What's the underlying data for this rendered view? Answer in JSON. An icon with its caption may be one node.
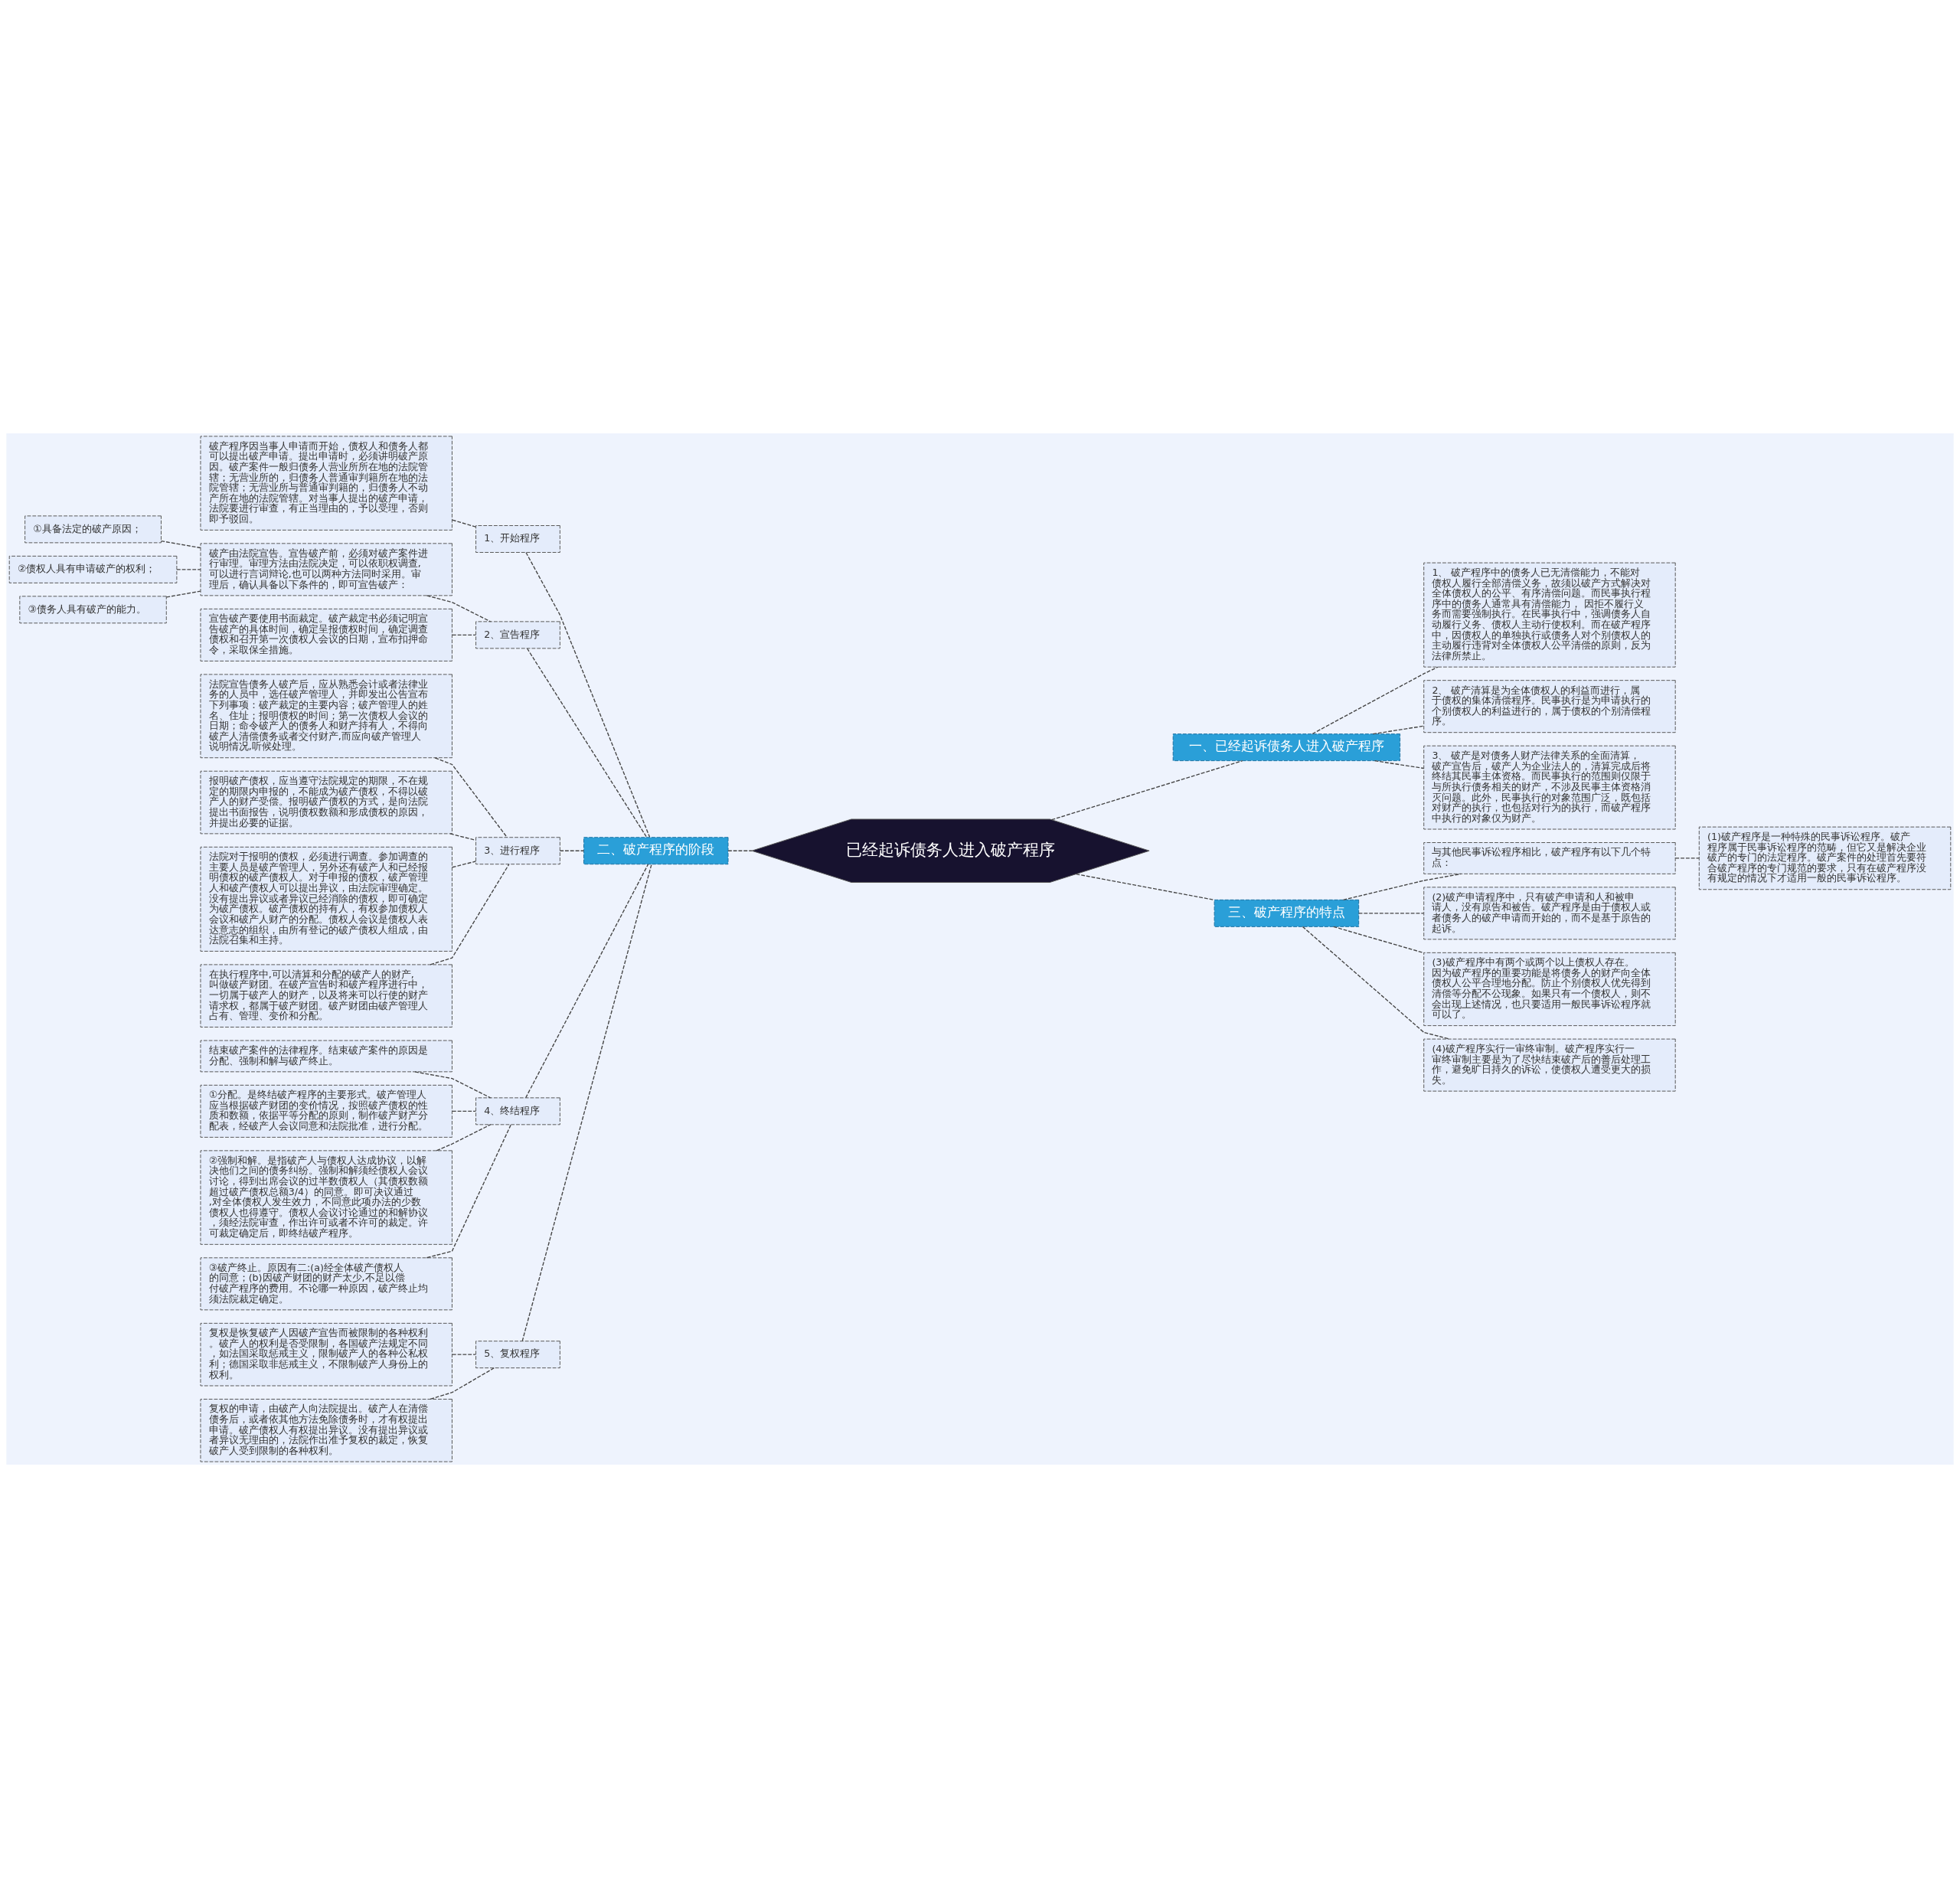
{
  "diagram": {
    "nodes": [
      {
        "text": [
          "已经起诉债务人进入破产程序"
        ]
      },
      {
        "text": [
          "一、已经起诉债务人进入破产程序"
        ]
      },
      {
        "text": [
          "1、 破产程序中的债务人已无清偿能力，不能对债权人履行全部清偿义务，故须以破产方式解决对全体债权人的公平、有序清偿问题。而民事执行程序中的债务人通常具有清偿能力， 因拒不履行义务而需要强制执行。在民事执行中，强调债务人自动履行义务、债权人主动行使权利。而在破产程序中，因债权人的单独执行或债务人对个别债权人的主动履行违背对全体债权人公平清偿的原则，反为法律所禁止。"
        ]
      },
      {
        "text": [
          "2、 破产清算是为全体债权人的利益而进行，属于债权的集体清偿程序。民事执行是为申请执行的个别债权人的利益进行的，属于债权的个别清偿程序。"
        ]
      },
      {
        "text": [
          "3、 破产是对债务人财产法律关系的全面清算，破产宣告后，破产人为企业法人的，清算完成后将终结其民事主体资格。而民事执行的范围则仅限于与所执行债务相关的财产，不涉及民事主体资格消灭问题。此外，民事执行的对象范围广泛，既包括对财产的执行，也包括对行为的执行，而破产程序中执行的对象仅为财产。"
        ]
      },
      {
        "text": [
          "二、破产程序的阶段"
        ]
      },
      {
        "text": [
          "1、开始程序"
        ]
      },
      {
        "text": [
          "破产程序因当事人申请而开始，债权人和债务人都可以提出破产申请。提出申请时，必须讲明破产原因。破产案件一般归债务人营业所所在地的法院管辖；无营业所的，归债务人普通审判籍所在地的法院管辖；无营业所与普通审判籍的，归债务人不动产所在地的法院管辖。对当事人提出的破产申请，法院要进行审查，有正当理由的，予以受理，否则即予驳回。"
        ]
      },
      {
        "text": [
          "2、宣告程序"
        ]
      },
      {
        "text": [
          "破产由法院宣告。宣告破产前，必须对破产案件进行审理。审理方法由法院决定，可以依职权调查,可以进行言词辩论,也可以两种方法同时采用。审理后，确认具备以下条件的，即可宣告破产："
        ]
      },
      {
        "text": [
          "①具备法定的破产原因；"
        ]
      },
      {
        "text": [
          "②债权人具有申请破产的权利；"
        ]
      },
      {
        "text": [
          "③债务人具有破产的能力。"
        ]
      },
      {
        "text": [
          "宣告破产要使用书面裁定。破产裁定书必须记明宣告破产的具体时间，确定呈报债权时间，确定调查债权和召开第一次债权人会议的日期，宣布扣押命令，采取保全措施。"
        ]
      },
      {
        "text": [
          "3、进行程序"
        ]
      },
      {
        "text": [
          "法院宣告债务人破产后，应从熟悉会计或者法律业务的人员中，选任破产管理人，并即发出公告宣布下列事项：破产裁定的主要内容；破产管理人的姓名、住址；报明债权的时间；第一次债权人会议的日期；命令破产人的债务人和财产持有人，不得向破产人清偿债务或者交付财产,而应向破产管理人说明情况,听候处理。"
        ]
      },
      {
        "text": [
          "报明破产债权，应当遵守法院规定的期限，不在规定的期限内申报的，不能成为破产债权，不得以破产人的财产受偿。报明破产债权的方式，是向法院提出书面报告，说明债权数额和形成债权的原因，并提出必要的证据。"
        ]
      },
      {
        "text": [
          "法院对于报明的债权，必须进行调查。参加调查的主要人员是破产管理人，另外还有破产人和已经报明债权的破产债权人。对于申报的债权，破产管理人和破产债权人可以提出异议，由法院审理确定。没有提出异议或者异议已经消除的债权，即可确定为破产债权。破产债权的持有人，有权参加债权人会议和破产人财产的分配。债权人会议是债权人表达意志的组织，由所有登记的破产债权人组成，由法院召集和主持。"
        ]
      },
      {
        "text": [
          "在执行程序中,可以清算和分配的破产人的财产,叫做破产财团。在破产宣告时和破产程序进行中，一切属于破产人的财产，以及将来可以行使的财产请求权，都属于破产财团。破产财团由破产管理人占有、管理、变价和分配。"
        ]
      },
      {
        "text": [
          "4、终结程序"
        ]
      },
      {
        "text": [
          "结束破产案件的法律程序。结束破产案件的原因是分配、强制和解与破产终止。"
        ]
      },
      {
        "text": [
          "①分配。是终结破产程序的主要形式。破产管理人应当根据破产财团的变价情况，按照破产债权的性质和数额，依据平等分配的原则，制作破产财产分配表，经破产人会议同意和法院批准，进行分配。"
        ]
      },
      {
        "text": [
          "②强制和解。是指破产人与债权人达成协议，以解决他们之间的债务纠纷。强制和解须经债权人会议讨论，得到出席会议的过半数债权人（其债权数额超过破产债权总额3/4）的同意。即可决议通过,对全体债权人发生效力，不同意此项办法的少数债权人也得遵守。债权人会议讨论通过的和解协议，须经法院审查，作出许可或者不许可的裁定。许可裁定确定后，即终结破产程序。"
        ]
      },
      {
        "text": [
          "③破产终止。原因有二:(a)经全体破产债权人的同意；(b)因破产财团的财产太少,不足以偿付破产程序的费用。不论哪一种原因，破产终止均须法院裁定确定。"
        ]
      },
      {
        "text": [
          "5、复权程序"
        ]
      },
      {
        "text": [
          "复权是恢复破产人因破产宣告而被限制的各种权利。破产人的权利是否受限制，各国破产法规定不同，如法国采取惩戒主义，限制破产人的各种公私权利；德国采取非惩戒主义，不限制破产人身份上的权利。"
        ]
      },
      {
        "text": [
          "复权的申请，由破产人向法院提出。破产人在清偿债务后，或者依其他方法免除债务时，才有权提出申请。破产债权人有权提出异议。没有提出异议或者异议无理由的，法院作出准予复权的裁定，恢复破产人受到限制的各种权利。"
        ]
      },
      {
        "text": [
          "三、破产程序的特点"
        ]
      },
      {
        "text": [
          "与其他民事诉讼程序相比，破产程序有以下几个特点："
        ]
      },
      {
        "text": [
          "(1)破产程序是一种特殊的民事诉讼程序。破产程序属于民事诉讼程序的范畴，但它又是解决企业破产的专门的法定程序。破产案件的处理首先要符合破产程序的专门规范的要求，只有在破产程序没有规定的情况下才适用一般的民事诉讼程序。"
        ]
      },
      {
        "text": [
          "(2)破产申请程序中，只有破产申请和人和被申请人，没有原告和被告。破产程序是由于债权人或者债务人的破产申请而开始的，而不是基于原告的起诉。"
        ]
      },
      {
        "text": [
          "(3)破产程序中有两个或两个以上债权人存在。因为破产程序的重要功能是将债务人的财产向全体债权人公平合理地分配。防止个别债权人优先得到清偿等分配不公现象。如果只有一个债权人，则不会出现上述情况，也只要适用一般民事诉讼程序就可以了。"
        ]
      },
      {
        "text": [
          "(4)破产程序实行一审终审制。破产程序实行一审终审制主要是为了尽快结束破产后的善后处理工作，避免旷日持久的诉讼，使债权人遭受更大的损失。"
        ]
      }
    ],
    "edges": [
      {
        "from": 0,
        "to": 1,
        "arrow": "none"
      },
      {
        "from": 1,
        "to": 2,
        "arrow": "none"
      },
      {
        "from": 1,
        "to": 3,
        "arrow": "none"
      },
      {
        "from": 1,
        "to": 4,
        "arrow": "none"
      },
      {
        "from": 0,
        "to": 5,
        "arrow": "none"
      },
      {
        "from": 5,
        "to": 6,
        "arrow": "none"
      },
      {
        "from": 6,
        "to": 7,
        "arrow": "none"
      },
      {
        "from": 5,
        "to": 8,
        "arrow": "none"
      },
      {
        "from": 8,
        "to": 9,
        "arrow": "none"
      },
      {
        "from": 9,
        "to": 10,
        "arrow": "none"
      },
      {
        "from": 9,
        "to": 11,
        "arrow": "none"
      },
      {
        "from": 9,
        "to": 12,
        "arrow": "none"
      },
      {
        "from": 8,
        "to": 13,
        "arrow": "none"
      },
      {
        "from": 5,
        "to": 14,
        "arrow": "none"
      },
      {
        "from": 14,
        "to": 15,
        "arrow": "none"
      },
      {
        "from": 14,
        "to": 16,
        "arrow": "none"
      },
      {
        "from": 14,
        "to": 17,
        "arrow": "none"
      },
      {
        "from": 14,
        "to": 18,
        "arrow": "none"
      },
      {
        "from": 5,
        "to": 19,
        "arrow": "none"
      },
      {
        "from": 19,
        "to": 20,
        "arrow": "none"
      },
      {
        "from": 19,
        "to": 21,
        "arrow": "none"
      },
      {
        "from": 19,
        "to": 22,
        "arrow": "none"
      },
      {
        "from": 19,
        "to": 23,
        "arrow": "none"
      },
      {
        "from": 5,
        "to": 24,
        "arrow": "none"
      },
      {
        "from": 24,
        "to": 25,
        "arrow": "none"
      },
      {
        "from": 24,
        "to": 26,
        "arrow": "none"
      },
      {
        "from": 0,
        "to": 27,
        "arrow": "none"
      },
      {
        "from": 27,
        "to": 28,
        "arrow": "none"
      },
      {
        "from": 28,
        "to": 29,
        "arrow": "none"
      },
      {
        "from": 27,
        "to": 30,
        "arrow": "none"
      },
      {
        "from": 27,
        "to": 31,
        "arrow": "none"
      },
      {
        "from": 27,
        "to": 32,
        "arrow": "none"
      }
    ]
  }
}
